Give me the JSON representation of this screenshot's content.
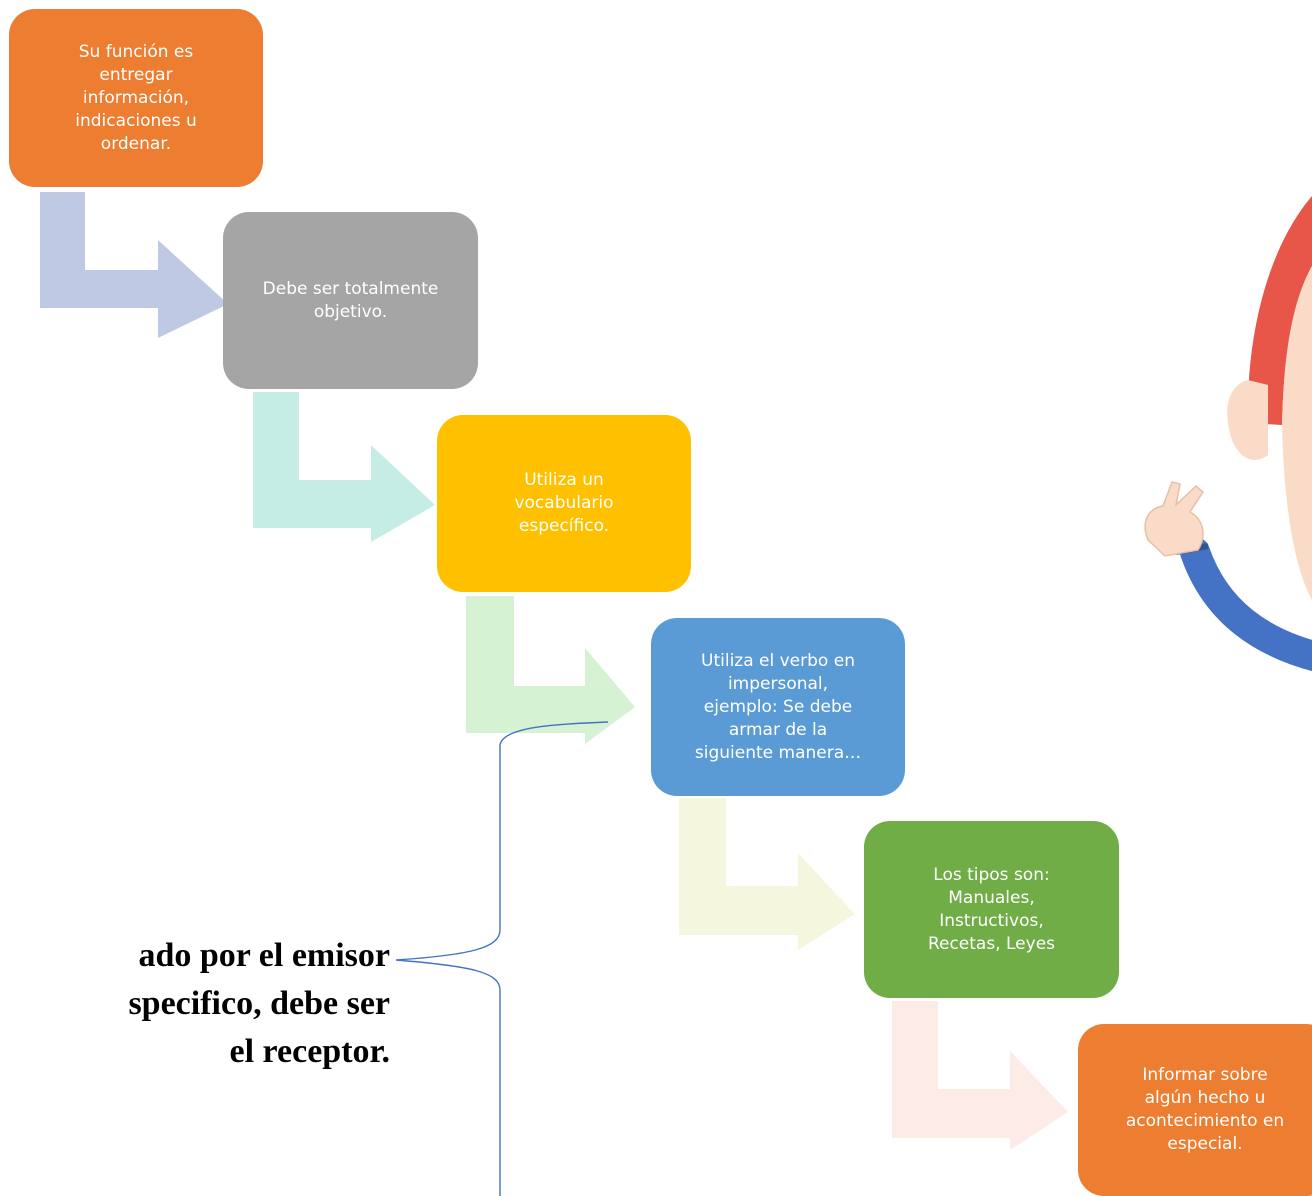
{
  "colors": {
    "orange": "#ED7D31",
    "gray": "#A5A5A5",
    "gold": "#FFC000",
    "blue": "#5B9BD5",
    "green": "#70AD47",
    "arrow_lavender": "#C0C9E4",
    "arrow_aqua": "#C6ECE6",
    "arrow_mint": "#D5F2D3",
    "arrow_cream": "#F5F6DE",
    "arrow_pink": "#FCEBE6",
    "brace": "#4472C4"
  },
  "steps": [
    {
      "lines": [
        "Su función es",
        "entregar",
        "información,",
        "indicaciones u",
        "ordenar."
      ]
    },
    {
      "lines": [
        "Debe ser totalmente",
        "objetivo."
      ]
    },
    {
      "lines": [
        "Utiliza un",
        "vocabulario",
        "específico."
      ]
    },
    {
      "lines": [
        "Utiliza el verbo en",
        "impersonal,",
        "ejemplo: Se debe",
        "armar de la",
        "siguiente manera…"
      ]
    },
    {
      "lines": [
        "Los tipos son:",
        "Manuales,",
        "Instructivos,",
        "Recetas, Leyes"
      ]
    },
    {
      "lines": [
        "Informar sobre",
        "algún hecho u",
        "acontecimiento en",
        "especial."
      ]
    }
  ],
  "side_text": {
    "lines": [
      "ado por el emisor",
      "specifico, debe ser",
      "el receptor."
    ]
  },
  "illustration": {
    "icon": "pointing-character-illustration",
    "hair": "#E8564A",
    "skin": "#FADBC8",
    "sleeve": "#4472C4"
  }
}
